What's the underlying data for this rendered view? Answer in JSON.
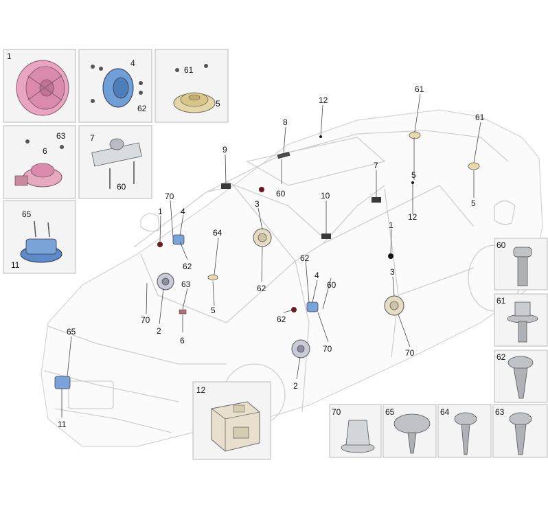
{
  "inset_labels": {
    "box1": "1",
    "box4": "4",
    "box4b": "62",
    "box61": "61",
    "box5": "5",
    "box63": "63",
    "box6": "6",
    "box7": "7",
    "box60": "60",
    "box65": "65",
    "box11": "11",
    "box12": "12",
    "fast60": "60",
    "fast61": "61",
    "fast62": "62",
    "fast70": "70",
    "fast65": "65",
    "fast64": "64",
    "fast63": "63"
  },
  "callouts": [
    {
      "id": "c12top",
      "text": "12"
    },
    {
      "id": "c61a",
      "text": "61"
    },
    {
      "id": "c61b",
      "text": "61"
    },
    {
      "id": "c8",
      "text": "8"
    },
    {
      "id": "c9",
      "text": "9"
    },
    {
      "id": "c7",
      "text": "7"
    },
    {
      "id": "c5a",
      "text": "5"
    },
    {
      "id": "c5b",
      "text": "5"
    },
    {
      "id": "c60a",
      "text": "60"
    },
    {
      "id": "c12mid",
      "text": "12"
    },
    {
      "id": "c70a",
      "text": "70"
    },
    {
      "id": "c1a",
      "text": "1"
    },
    {
      "id": "c4a",
      "text": "4"
    },
    {
      "id": "c3a",
      "text": "3"
    },
    {
      "id": "c10",
      "text": "10"
    },
    {
      "id": "c1b",
      "text": "1"
    },
    {
      "id": "c64",
      "text": "64"
    },
    {
      "id": "c62a",
      "text": "62"
    },
    {
      "id": "c62b",
      "text": "62"
    },
    {
      "id": "c62c",
      "text": "62"
    },
    {
      "id": "c3b",
      "text": "3"
    },
    {
      "id": "c63",
      "text": "63"
    },
    {
      "id": "c4b",
      "text": "4"
    },
    {
      "id": "c60b",
      "text": "60"
    },
    {
      "id": "c5c",
      "text": "5"
    },
    {
      "id": "c70b",
      "text": "70"
    },
    {
      "id": "c2a",
      "text": "2"
    },
    {
      "id": "c62d",
      "text": "62"
    },
    {
      "id": "c6",
      "text": "6"
    },
    {
      "id": "c70c",
      "text": "70"
    },
    {
      "id": "c70d",
      "text": "70"
    },
    {
      "id": "c65",
      "text": "65"
    },
    {
      "id": "c2b",
      "text": "2"
    },
    {
      "id": "c11",
      "text": "11"
    }
  ]
}
